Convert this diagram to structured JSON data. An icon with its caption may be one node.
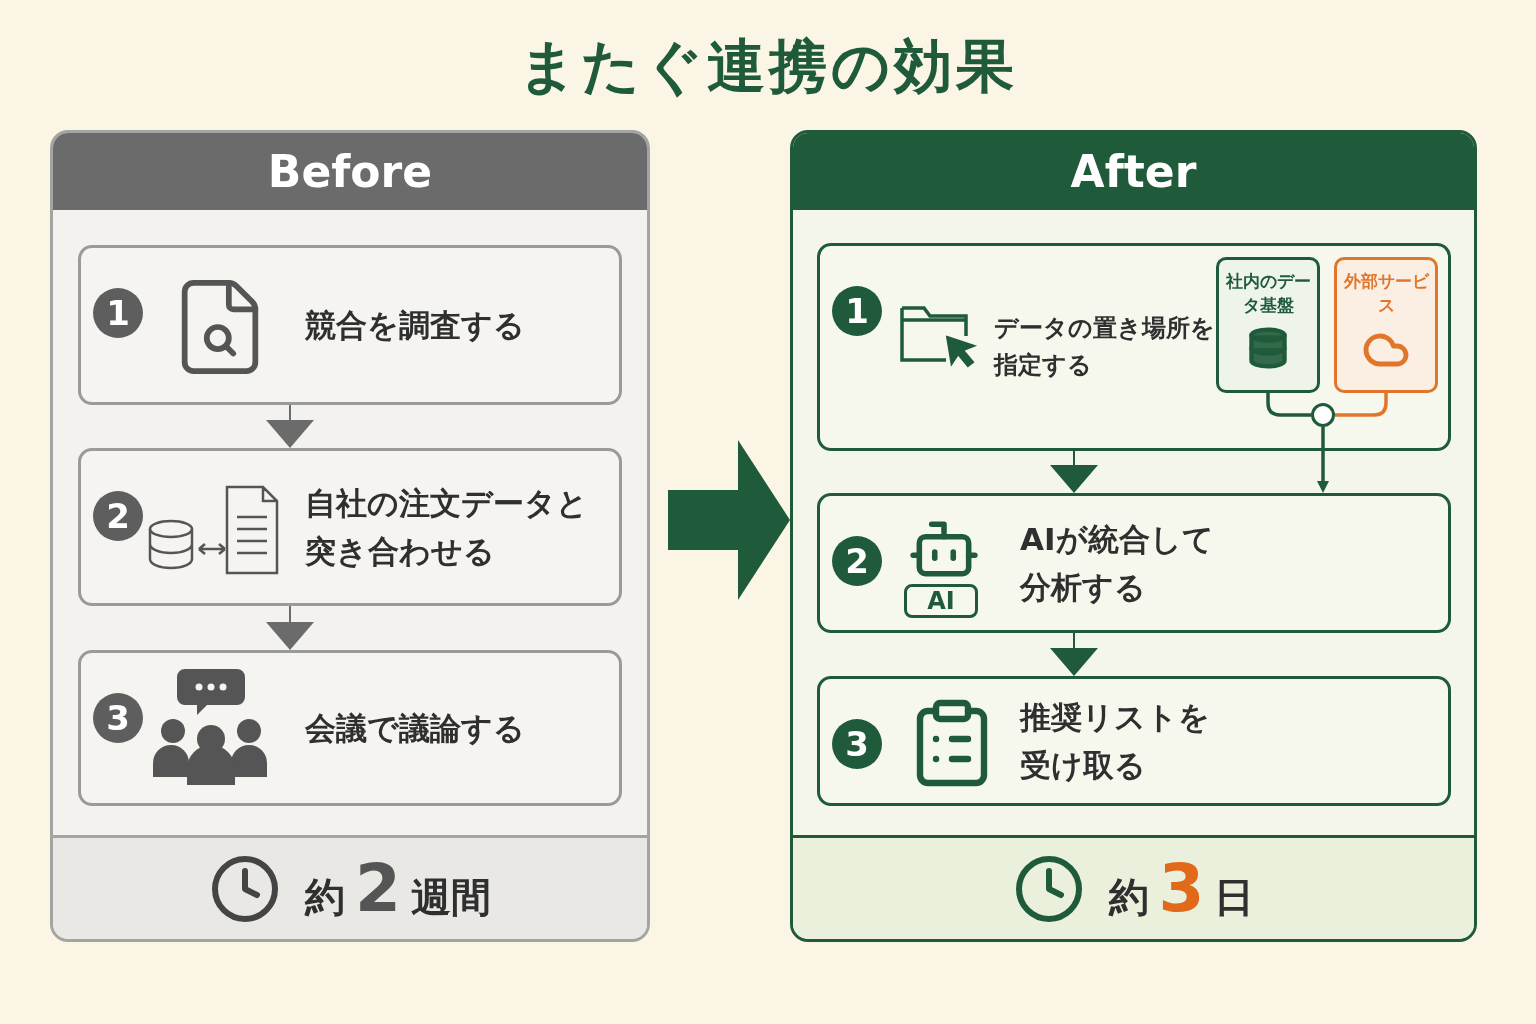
{
  "diagram": {
    "title": "またぐ連携の効果",
    "nodes": [
      {
        "text": [
          "Before"
        ]
      },
      {
        "text": [
          "1",
          "競合を調査する"
        ],
        "in": 0
      },
      {
        "text": [
          "2",
          "自社の注文データと突き合わせる"
        ],
        "in": 0
      },
      {
        "text": [
          "3",
          "会議で議論する"
        ],
        "in": 0
      },
      {
        "text": [
          "約2週間"
        ],
        "in": 0
      },
      {
        "text": [
          "After"
        ]
      },
      {
        "text": [
          "1",
          "データの置き場所を指定する"
        ],
        "in": 5
      },
      {
        "text": [
          "社内のデータ基盤"
        ],
        "in": 6
      },
      {
        "text": [
          "外部サービス"
        ],
        "in": 6
      },
      {
        "text": [],
        "shape": "circle",
        "in": 6
      },
      {
        "text": [
          "2",
          "AIが統合して分析する"
        ],
        "in": 5
      },
      {
        "text": [
          "3",
          "推奨リストを受け取る"
        ],
        "in": 5
      },
      {
        "text": [
          "約3日"
        ],
        "in": 5
      }
    ],
    "edges": [
      {
        "from": 1,
        "to": 2,
        "arrow": "to",
        "color": "#6b6b6b"
      },
      {
        "from": 2,
        "to": 3,
        "arrow": "to",
        "color": "#6b6b6b"
      },
      {
        "from": 0,
        "to": 5,
        "arrow": "to",
        "style": "thick"
      },
      {
        "from": 7,
        "to": 9,
        "arrow": "none"
      },
      {
        "from": 8,
        "to": 9,
        "arrow": "none",
        "color": "#e0762b"
      },
      {
        "from": 9,
        "to": 10,
        "arrow": "to"
      },
      {
        "from": 6,
        "to": 10,
        "arrow": "to"
      },
      {
        "from": 10,
        "to": 11,
        "arrow": "to"
      }
    ],
    "labels": [
      "AI"
    ]
  }
}
